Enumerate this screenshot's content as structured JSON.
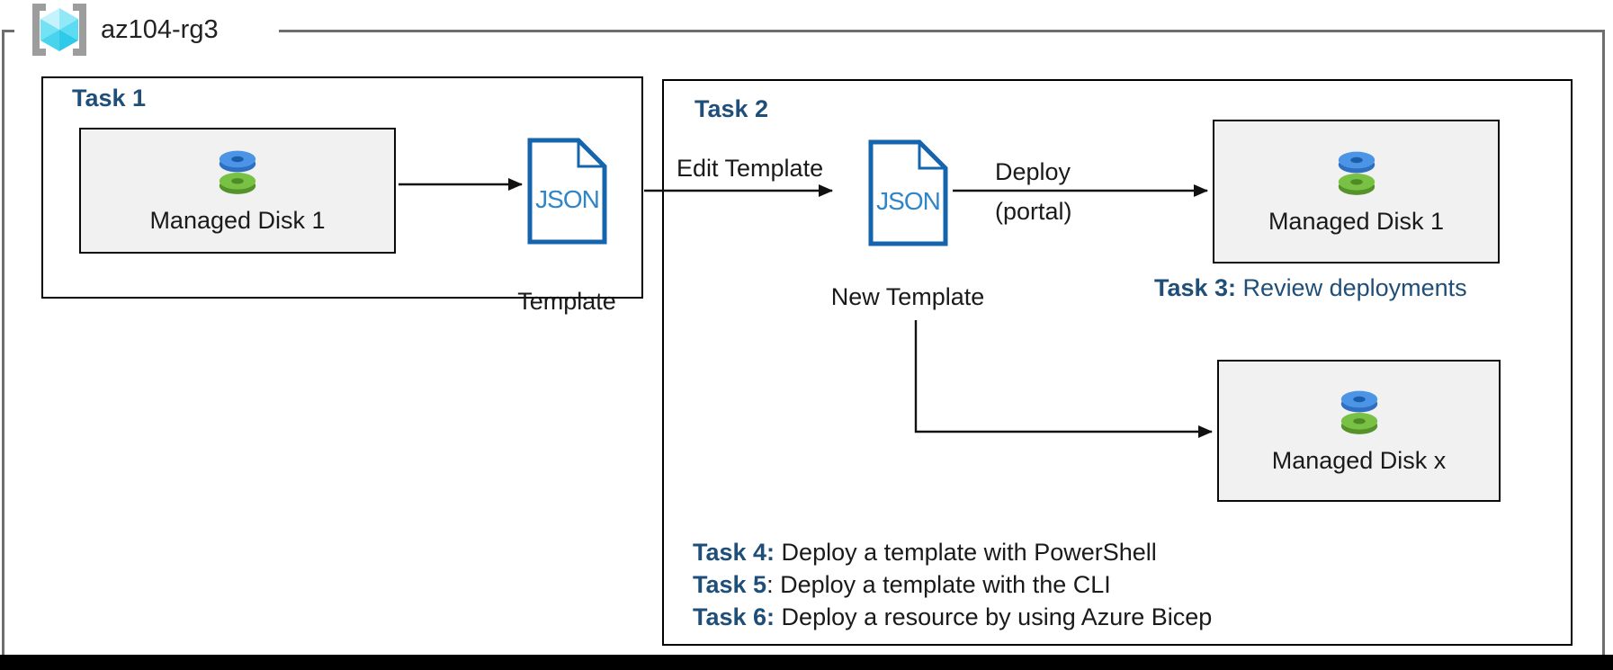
{
  "resource_group": {
    "name": "az104-rg3",
    "icon": "azure-resource-group-icon"
  },
  "task1": {
    "title": "Task 1",
    "disk_box": {
      "label": "Managed Disk 1",
      "icon": "managed-disk-icon"
    },
    "template": {
      "doc_text": "JSON",
      "label": "Template"
    }
  },
  "task2": {
    "title": "Task 2",
    "edit_arrow_label": "Edit Template",
    "new_template": {
      "doc_text": "JSON",
      "label": "New Template"
    },
    "deploy_label_line1": "Deploy",
    "deploy_label_line2": "(portal)",
    "disk_box_1": {
      "label": "Managed Disk 1",
      "icon": "managed-disk-icon"
    },
    "disk_box_x": {
      "label": "Managed Disk x",
      "icon": "managed-disk-icon"
    },
    "task3": {
      "bold": "Task 3:",
      "rest": " Review deployments"
    },
    "task_list": [
      {
        "bold": "Task 4:",
        "rest": " Deploy a template with PowerShell"
      },
      {
        "bold": "Task 5",
        "rest": ": Deploy a template with the CLI"
      },
      {
        "bold": "Task 6:",
        "rest": " Deploy a resource by using Azure Bicep"
      }
    ]
  },
  "colors": {
    "task_heading_blue": "#1f4e79",
    "json_border_blue": "#1464ae",
    "json_text_blue": "#2e86c8",
    "box_fill_gray": "#f1f1f1",
    "frame_gray": "#6e6e6e",
    "disk_blue": "#4c95e6",
    "disk_green": "#79c144",
    "cube_cyan": "#5bdcf2"
  }
}
